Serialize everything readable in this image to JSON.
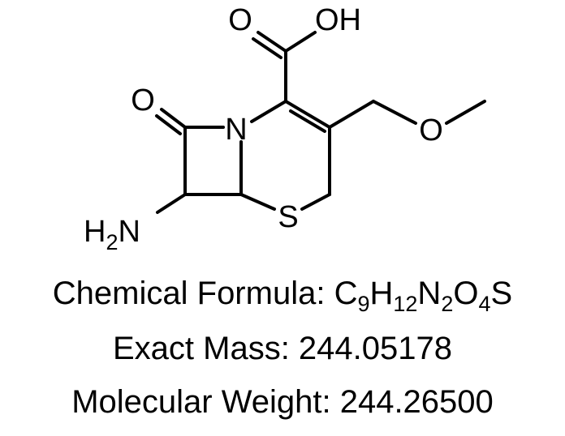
{
  "atom_labels": {
    "carbonyl_o_acid": "O",
    "hydroxyl": "OH",
    "lactam_o": "O",
    "ring_n": "N",
    "ether_o": "O",
    "ring_s": "S",
    "amine_h": "H",
    "amine_h_count": "2",
    "amine_n": "N"
  },
  "info": {
    "formula_label": "Chemical Formula: ",
    "formula_parts": [
      {
        "text": "C",
        "sub": "9"
      },
      {
        "text": "H",
        "sub": "12"
      },
      {
        "text": "N",
        "sub": "2"
      },
      {
        "text": "O",
        "sub": "4"
      },
      {
        "text": "S",
        "sub": ""
      }
    ],
    "exact_mass_label": "Exact Mass: ",
    "exact_mass": "244.05178",
    "mw_label": "Molecular Weight: ",
    "mw": "244.26500"
  }
}
